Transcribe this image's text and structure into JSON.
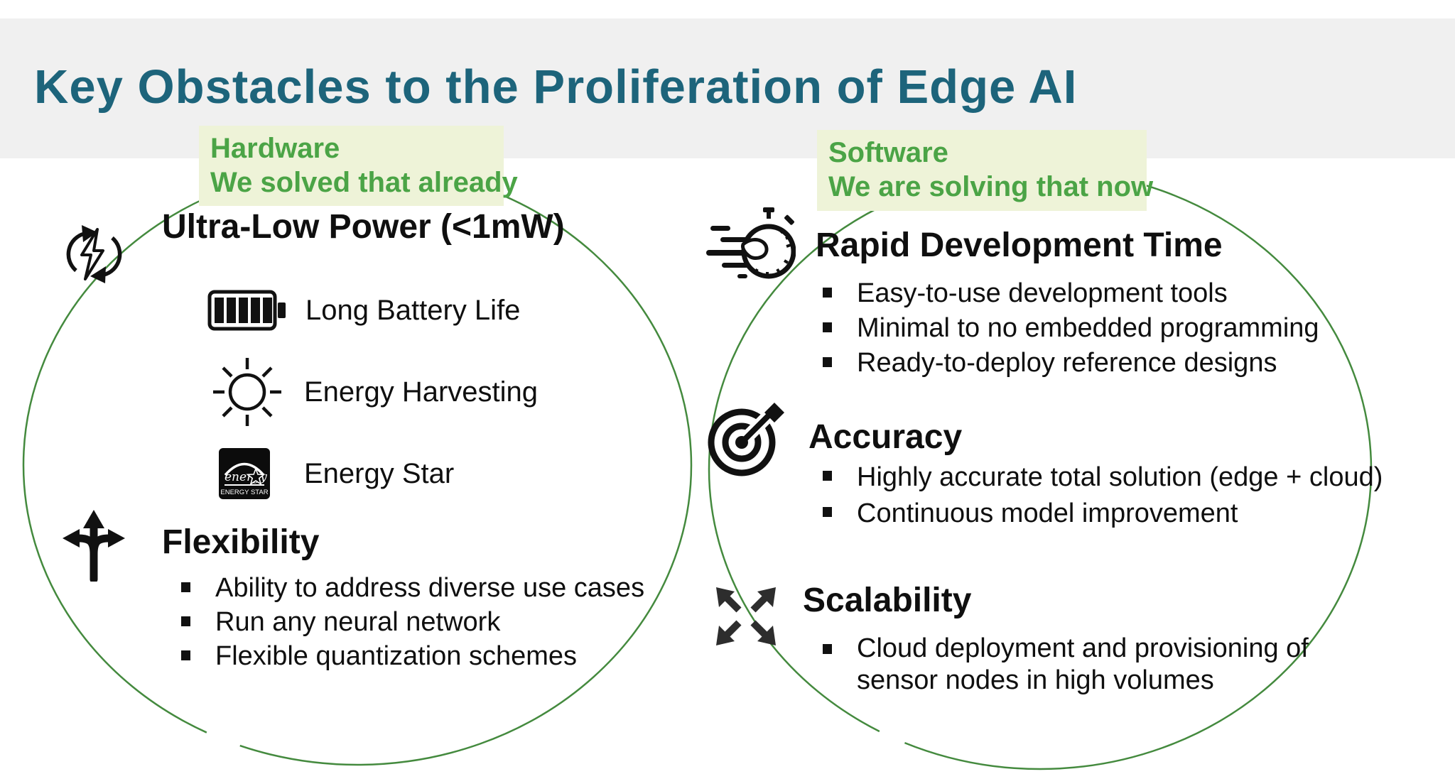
{
  "slide": {
    "title": "Key Obstacles to the Proliferation of Edge AI"
  },
  "colors": {
    "title_teal": "#1d647b",
    "band_gray": "#f0f0f0",
    "label_green": "#4ba446",
    "label_bg": "#eef3d8",
    "circle_green": "#448a3e",
    "body_text": "#111111"
  },
  "labels": {
    "hardware": {
      "title": "Hardware",
      "subtitle": "We solved that already"
    },
    "software": {
      "title": "Software",
      "subtitle": "We are solving that now"
    }
  },
  "left": {
    "power": {
      "icon": "power-cycle-icon",
      "heading": "Ultra-Low Power (<1mW)",
      "items": [
        {
          "icon": "battery-icon",
          "label": "Long Battery Life"
        },
        {
          "icon": "sun-icon",
          "label": "Energy Harvesting"
        },
        {
          "icon": "energy-star-logo",
          "label": "Energy Star"
        }
      ]
    },
    "flexibility": {
      "icon": "branch-arrows-icon",
      "heading": "Flexibility",
      "bullets": [
        "Ability to address diverse use cases",
        "Run any neural network",
        "Flexible quantization schemes"
      ]
    }
  },
  "right": {
    "rapid": {
      "icon": "stopwatch-icon",
      "heading": "Rapid Development Time",
      "bullets": [
        "Easy-to-use development tools",
        "Minimal to no embedded programming",
        "Ready-to-deploy reference designs"
      ]
    },
    "accuracy": {
      "icon": "target-arrow-icon",
      "heading": "Accuracy",
      "bullets": [
        "Highly accurate total solution (edge + cloud)",
        "Continuous model improvement"
      ]
    },
    "scalability": {
      "icon": "expand-arrows-icon",
      "heading": "Scalability",
      "bullets": [
        "Cloud deployment and provisioning of sensor nodes in high volumes"
      ]
    }
  },
  "energy_star_logo": {
    "script_text": "energy",
    "caption": "ENERGY STAR"
  }
}
